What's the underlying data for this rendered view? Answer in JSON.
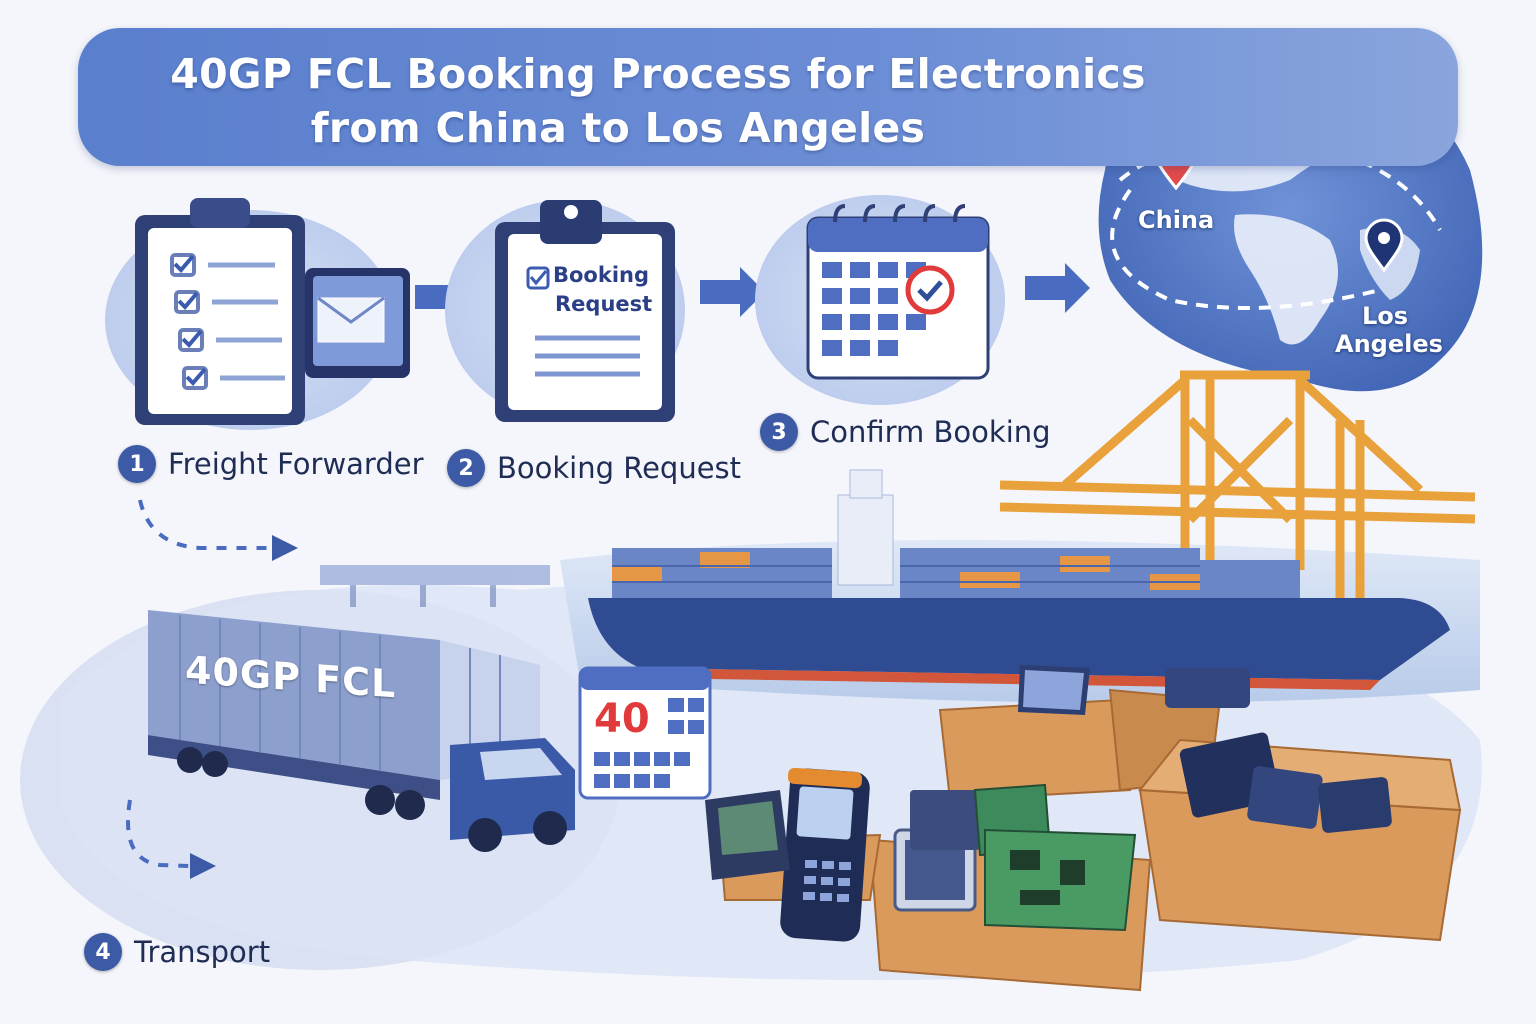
{
  "title": {
    "line1": "40GP FCL Booking Process for Electronics",
    "line2": "from China to Los Angeles"
  },
  "steps": [
    {
      "number": "1",
      "label": "Freight Forwarder"
    },
    {
      "number": "2",
      "label": "Booking Request"
    },
    {
      "number": "3",
      "label": "Confirm Booking"
    },
    {
      "number": "4",
      "label": "Transport"
    }
  ],
  "booking_doc": {
    "line1": "Booking",
    "line2": "Request"
  },
  "map": {
    "origin": "China",
    "destination": "Los Angeles"
  },
  "container": {
    "label": "40GP FCL"
  },
  "calendar_small": {
    "number": "40"
  },
  "colors": {
    "primary": "#3c5aa6",
    "banner": "#5a7fcd",
    "accent_red": "#e03a3a",
    "crane_orange": "#e9a23b",
    "box_brown": "#d99a5b"
  },
  "icons": [
    "checklist-clipboard-icon",
    "envelope-monitor-icon",
    "booking-clipboard-icon",
    "calendar-check-icon",
    "map-pin-icon"
  ]
}
